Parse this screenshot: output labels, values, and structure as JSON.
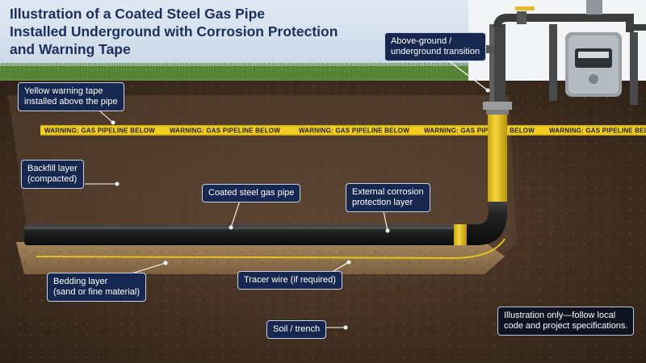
{
  "title_lines": [
    "Illustration of a Coated Steel Gas Pipe",
    "Installed Underground with Corrosion Protection",
    "and Warning Tape"
  ],
  "tape_text": "WARNING: GAS PIPELINE BELOW",
  "labels": {
    "transition": [
      "Above-ground /",
      "underground transition"
    ],
    "warning_tape": [
      "Yellow warning tape",
      "installed above the pipe"
    ],
    "backfill": [
      "Backfill layer",
      "(compacted)"
    ],
    "pipe": [
      "Coated steel gas pipe"
    ],
    "corrosion": [
      "External corrosion",
      "protection layer"
    ],
    "bedding": [
      "Bedding layer",
      "(sand or fine material)"
    ],
    "tracer": [
      "Tracer wire (if required)"
    ],
    "soil": [
      "Soil / trench"
    ]
  },
  "disclaimer": [
    "Illustration only—follow local",
    "code and project specifications."
  ],
  "colors": {
    "label_bg": "#16284f",
    "title": "#1c2f5c",
    "tape_yellow": "#f2cf1f",
    "pipe_black": "#1b1b1b",
    "soil_dark": "#3a2a1c",
    "sand": "#b89868"
  }
}
